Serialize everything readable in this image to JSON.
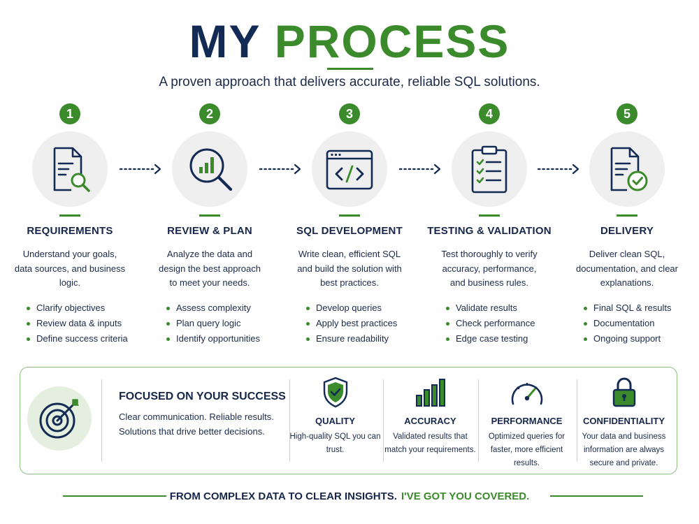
{
  "header": {
    "title_part1": "MY",
    "title_part2": "PROCESS",
    "subtitle": "A proven approach that delivers accurate, reliable SQL solutions."
  },
  "steps": [
    {
      "number": "1",
      "icon": "document-search-icon",
      "title": "REQUIREMENTS",
      "description": "Understand your goals, data sources, and business logic.",
      "items": [
        "Clarify objectives",
        "Review data & inputs",
        "Define success criteria"
      ]
    },
    {
      "number": "2",
      "icon": "magnifier-chart-icon",
      "title": "REVIEW & PLAN",
      "description": "Analyze the data and design the best approach to meet your needs.",
      "items": [
        "Assess complexity",
        "Plan query logic",
        "Identify opportunities"
      ]
    },
    {
      "number": "3",
      "icon": "code-window-icon",
      "title": "SQL DEVELOPMENT",
      "description": "Write clean, efficient SQL and build the solution with best practices.",
      "items": [
        "Develop queries",
        "Apply best practices",
        "Ensure readability"
      ]
    },
    {
      "number": "4",
      "icon": "clipboard-checklist-icon",
      "title": "TESTING & VALIDATION",
      "description": "Test thoroughly to verify accuracy, performance, and business rules.",
      "items": [
        "Validate results",
        "Check performance",
        "Edge case testing"
      ]
    },
    {
      "number": "5",
      "icon": "document-check-icon",
      "title": "DELIVERY",
      "description": "Deliver clean SQL, documentation, and clear explanations.",
      "items": [
        "Final SQL & results",
        "Documentation",
        "Ongoing support"
      ]
    }
  ],
  "panel": {
    "focus_title": "FOCUSED ON YOUR SUCCESS",
    "focus_text": "Clear communication. Reliable results. Solutions that drive better decisions.",
    "features": [
      {
        "icon": "shield-check-icon",
        "title": "QUALITY",
        "text": "High-quality SQL you can trust."
      },
      {
        "icon": "bar-chart-icon",
        "title": "ACCURACY",
        "text": "Validated results that match your requirements."
      },
      {
        "icon": "speedometer-icon",
        "title": "PERFORMANCE",
        "text": "Optimized queries for faster, more efficient results."
      },
      {
        "icon": "padlock-icon",
        "title": "CONFIDENTIALITY",
        "text": "Your data and business information are always secure and private."
      }
    ]
  },
  "footer": {
    "part1": "FROM COMPLEX DATA TO CLEAR INSIGHTS.",
    "part2": "I'VE GOT YOU COVERED."
  },
  "colors": {
    "navy": "#132a55",
    "green": "#3b8a2b",
    "icon_circle": "#efefef",
    "panel_border": "#8ec07f"
  }
}
